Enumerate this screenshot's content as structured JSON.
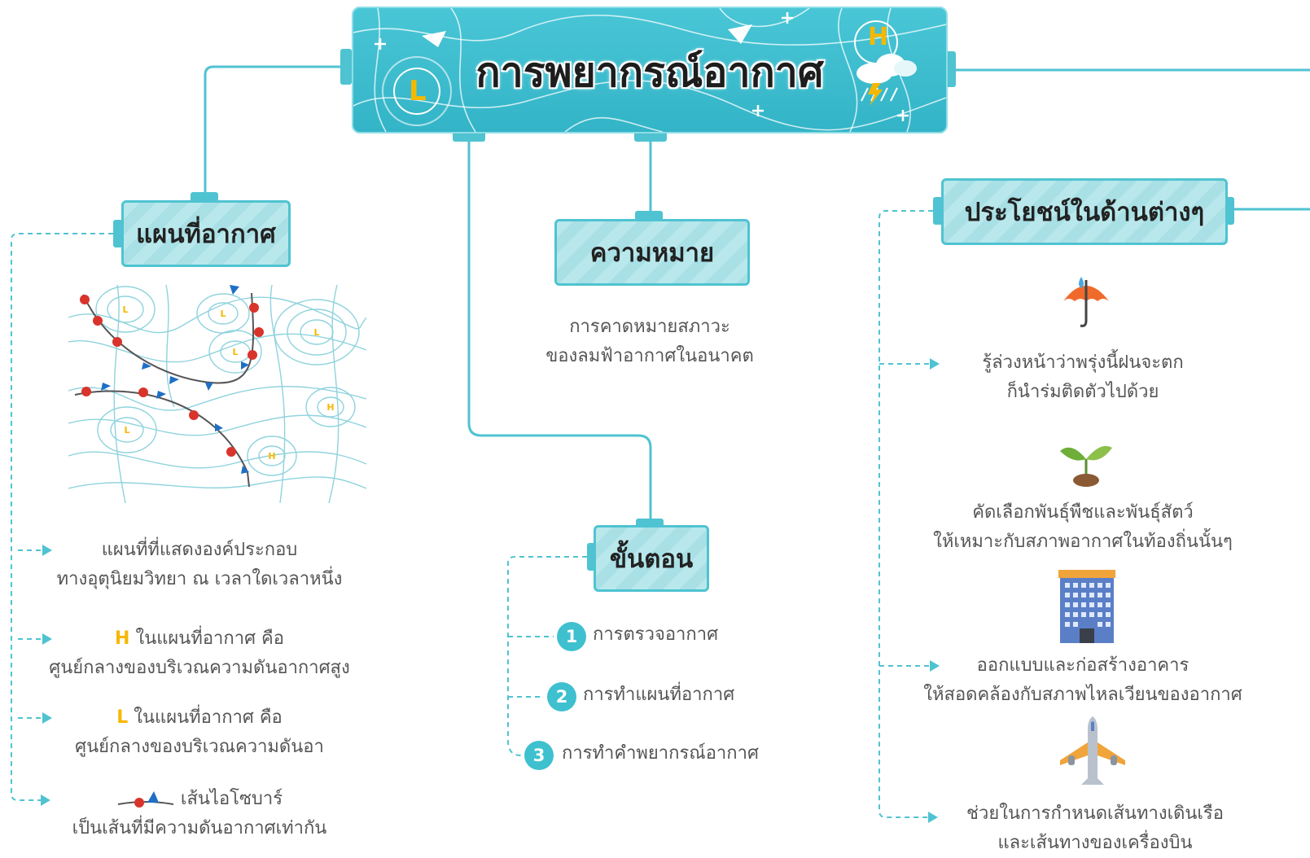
{
  "title": "การพยากรณ์อากาศ",
  "map_letters": {
    "high": "H",
    "low": "L"
  },
  "weather_map": {
    "topic": "แผนที่อากาศ",
    "items": [
      {
        "line1": "แผนที่ที่แสดงองค์ประกอบ",
        "line2": "ทางอุตุนิยมวิทยา ณ เวลาใดเวลาหนึ่ง"
      },
      {
        "marker": "H",
        "line1": " ในแผนที่อากาศ คือ",
        "line2": "ศูนย์กลางของบริเวณความดันอากาศสูง"
      },
      {
        "marker": "L",
        "line1": " ในแผนที่อากาศ คือ",
        "line2": "ศูนย์กลางของบริเวณความดันอา"
      },
      {
        "line1": "เส้นไอโซบาร์",
        "line2": "เป็นเส้นที่มีความดันอากาศเท่ากัน"
      }
    ]
  },
  "meaning": {
    "topic": "ความหมาย",
    "line1": "การคาดหมายสภาวะ",
    "line2": "ของลมฟ้าอากาศในอนาคต"
  },
  "steps": {
    "topic": "ขั้นตอน",
    "items": [
      {
        "num": "1",
        "label": "การตรวจอากาศ"
      },
      {
        "num": "2",
        "label": "การทำแผนที่อากาศ"
      },
      {
        "num": "3",
        "label": "การทำคำพยากรณ์อากาศ"
      }
    ]
  },
  "benefits": {
    "topic": "ประโยชน์ในด้านต่างๆ",
    "items": [
      {
        "icon": "umbrella-icon",
        "line1": "รู้ล่วงหน้าว่าพรุ่งนี้ฝนจะตก",
        "line2": "ก็นำร่มติดตัวไปด้วย"
      },
      {
        "icon": "sprout-icon",
        "line1": "คัดเลือกพันธุ์พืชและพันธุ์สัตว์",
        "line2": "ให้เหมาะกับสภาพอากาศในท้องถิ่นนั้นๆ"
      },
      {
        "icon": "building-icon",
        "line1": "ออกแบบและก่อสร้างอาคาร",
        "line2": "ให้สอดคล้องกับสภาพไหลเวียนของอากาศ"
      },
      {
        "icon": "airplane-icon",
        "line1": "ช่วยในการกำหนดเส้นทางเดินเรือ",
        "line2": "และเส้นทางของเครื่องบิน"
      }
    ]
  },
  "colors": {
    "accent": "#3ec0cf",
    "connector": "#4fc3d1",
    "highlight": "#f5b800",
    "cold_front": "#1f6fc5",
    "warm_front": "#d9342b"
  }
}
